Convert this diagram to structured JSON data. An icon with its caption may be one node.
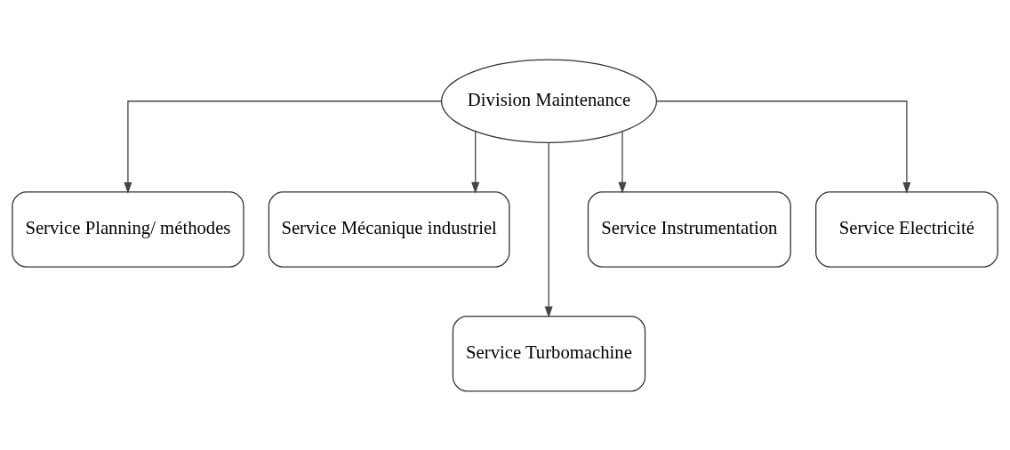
{
  "diagram": {
    "nodes": [
      {
        "text": [
          "Division Maintenance"
        ]
      },
      {
        "text": [
          "Service Planning/ méthodes"
        ]
      },
      {
        "text": [
          "Service Mécanique industriel"
        ]
      },
      {
        "text": [
          "Service Instrumentation"
        ]
      },
      {
        "text": [
          "Service Electricité"
        ]
      },
      {
        "text": [
          "Service Turbomachine"
        ]
      }
    ],
    "edges": [
      {
        "from": 0,
        "to": 1,
        "arrow": "to"
      },
      {
        "from": 0,
        "to": 2,
        "arrow": "to"
      },
      {
        "from": 0,
        "to": 3,
        "arrow": "to"
      },
      {
        "from": 0,
        "to": 4,
        "arrow": "to"
      },
      {
        "from": 0,
        "to": 5,
        "arrow": "to"
      }
    ]
  }
}
